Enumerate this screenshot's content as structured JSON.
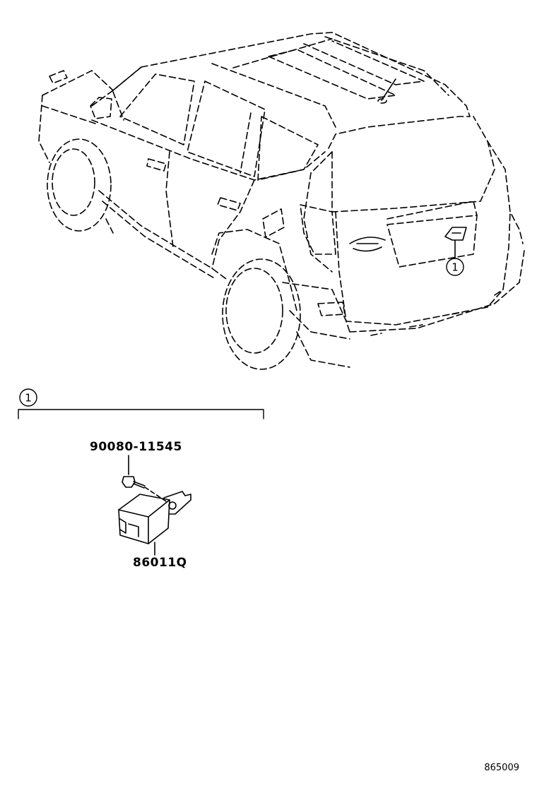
{
  "callouts": [
    {
      "id": "1",
      "label": "1"
    }
  ],
  "group": {
    "marker": "1"
  },
  "parts": [
    {
      "number": "90080-11545"
    },
    {
      "number": "86011Q"
    }
  ],
  "diagram_code": "865009"
}
